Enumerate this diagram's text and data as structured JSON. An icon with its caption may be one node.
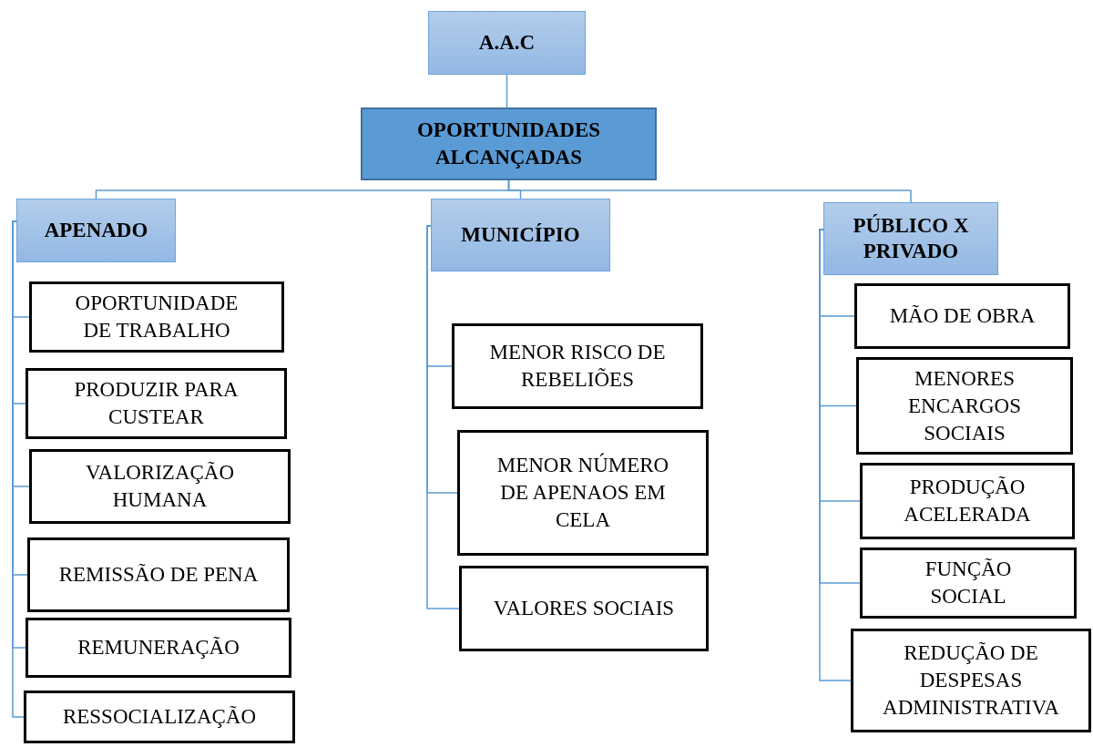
{
  "diagram": {
    "nodes": [
      {
        "text": [
          "A.A.C"
        ]
      },
      {
        "text": [
          "OPORTUNIDADES ALCANÇADAS"
        ]
      },
      {
        "text": [
          "APENADO"
        ]
      },
      {
        "text": [
          "MUNICÍPIO"
        ]
      },
      {
        "text": [
          "PÚBLICO X PRIVADO"
        ]
      },
      {
        "text": [
          "OPORTUNIDADE DE TRABALHO"
        ]
      },
      {
        "text": [
          "PRODUZIR PARA CUSTEAR"
        ]
      },
      {
        "text": [
          "VALORIZAÇÃO HUMANA"
        ]
      },
      {
        "text": [
          "REMISSÃO DE PENA"
        ]
      },
      {
        "text": [
          "REMUNERAÇÃO"
        ]
      },
      {
        "text": [
          "RESSOCIALIZAÇÃO"
        ]
      },
      {
        "text": [
          "MENOR RISCO DE REBELIÕES"
        ]
      },
      {
        "text": [
          "MENOR NÚMERO DE APENAOS EM CELA"
        ]
      },
      {
        "text": [
          "VALORES SOCIAIS"
        ]
      },
      {
        "text": [
          "MÃO DE OBRA"
        ]
      },
      {
        "text": [
          "MENORES ENCARGOS SOCIAIS"
        ]
      },
      {
        "text": [
          "PRODUÇÃO ACELERADA"
        ]
      },
      {
        "text": [
          "FUNÇÃO SOCIAL"
        ]
      },
      {
        "text": [
          "REDUÇÃO DE DESPESAS ADMINISTRATIVA"
        ]
      }
    ],
    "edges": [
      {
        "from": 0,
        "to": 1,
        "arrow": "none"
      },
      {
        "from": 1,
        "to": 2,
        "arrow": "none"
      },
      {
        "from": 1,
        "to": 3,
        "arrow": "none"
      },
      {
        "from": 1,
        "to": 4,
        "arrow": "none"
      },
      {
        "from": 2,
        "to": 5,
        "arrow": "none"
      },
      {
        "from": 2,
        "to": 6,
        "arrow": "none"
      },
      {
        "from": 2,
        "to": 7,
        "arrow": "none"
      },
      {
        "from": 2,
        "to": 8,
        "arrow": "none"
      },
      {
        "from": 2,
        "to": 9,
        "arrow": "none"
      },
      {
        "from": 2,
        "to": 10,
        "arrow": "none"
      },
      {
        "from": 3,
        "to": 11,
        "arrow": "none"
      },
      {
        "from": 3,
        "to": 12,
        "arrow": "none"
      },
      {
        "from": 3,
        "to": 13,
        "arrow": "none"
      },
      {
        "from": 4,
        "to": 14,
        "arrow": "none"
      },
      {
        "from": 4,
        "to": 15,
        "arrow": "none"
      },
      {
        "from": 4,
        "to": 16,
        "arrow": "none"
      },
      {
        "from": 4,
        "to": 17,
        "arrow": "none"
      },
      {
        "from": 4,
        "to": 18,
        "arrow": "none"
      }
    ]
  }
}
